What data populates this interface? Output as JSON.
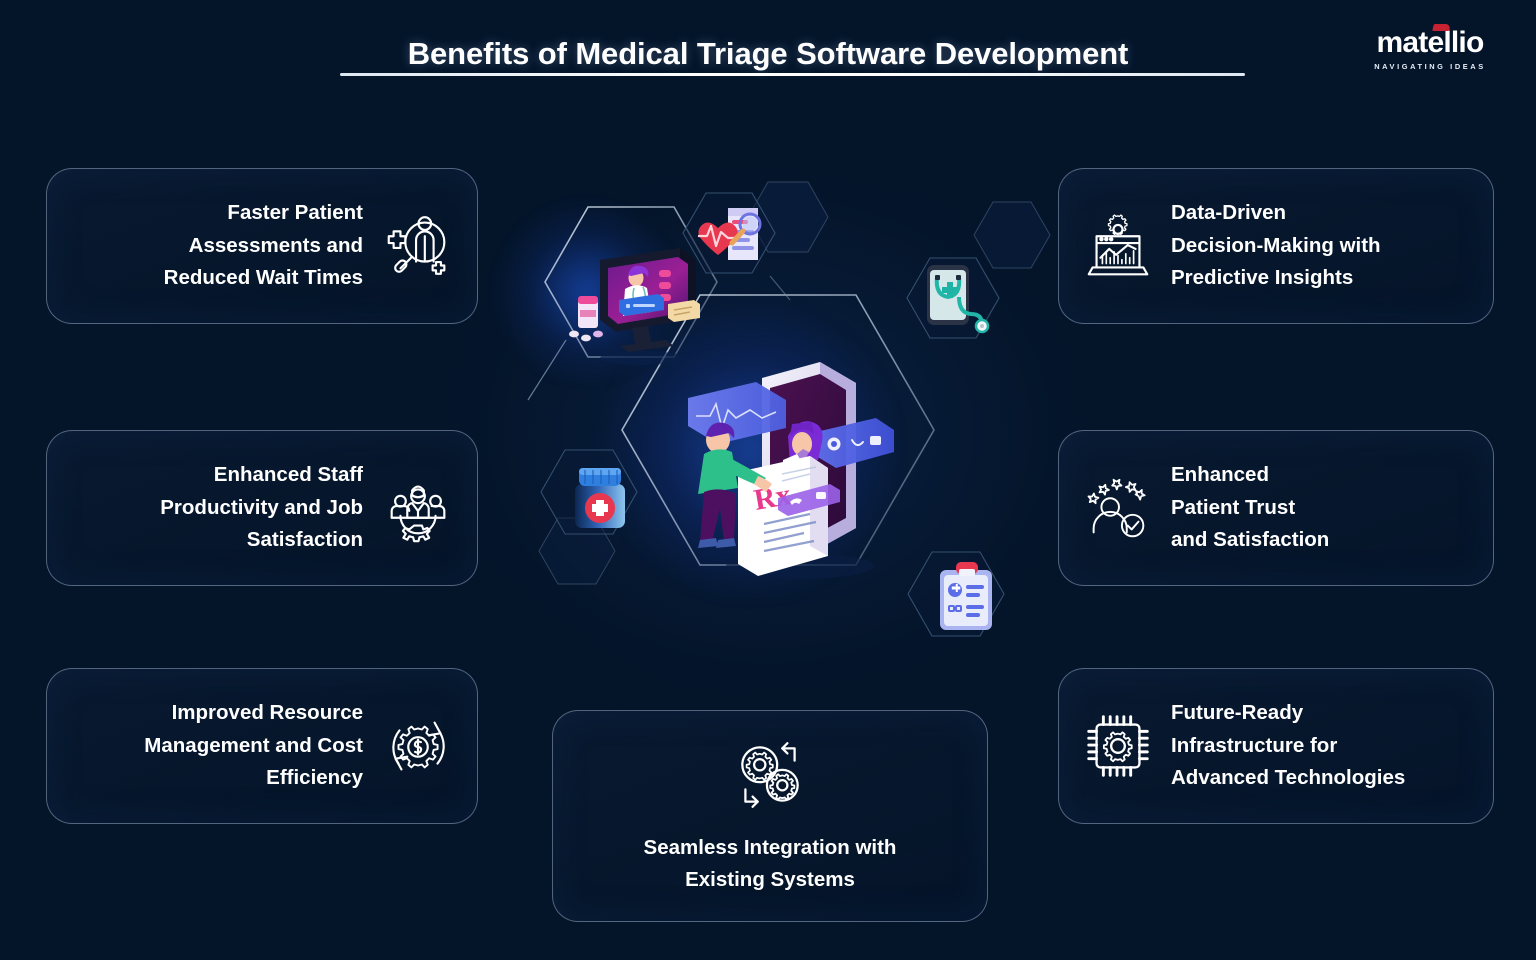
{
  "header": {
    "title": "Benefits of Medical Triage Software Development"
  },
  "logo": {
    "word": "matellio",
    "tagline": "NAVIGATING IDEAS",
    "accent_color": "#c62231"
  },
  "theme": {
    "background": "#04152a",
    "card_border": "#afc6e0",
    "text": "#ffffff",
    "glow_blue": "#1842 9e"
  },
  "cards": [
    {
      "id": "faster-patient-assessments",
      "text": "Faster Patient\nAssessments and\nReduced Wait Times",
      "icon": "magnifier-patient-medical-icon",
      "side": "left"
    },
    {
      "id": "enhanced-staff-productivity",
      "text": "Enhanced Staff\nProductivity and Job\nSatisfaction",
      "icon": "team-gear-icon",
      "side": "left"
    },
    {
      "id": "improved-resource-management",
      "text": "Improved Resource\nManagement and Cost\nEfficiency",
      "icon": "gear-dollar-cycle-icon",
      "side": "left"
    },
    {
      "id": "data-driven-decision-making",
      "text": "Data-Driven\nDecision-Making with\nPredictive Insights",
      "icon": "laptop-analytics-gear-icon",
      "side": "right"
    },
    {
      "id": "enhanced-patient-trust",
      "text": "Enhanced\nPatient Trust\nand Satisfaction",
      "icon": "user-stars-check-icon",
      "side": "right"
    },
    {
      "id": "future-ready-infrastructure",
      "text": "Future-Ready\nInfrastructure for\nAdvanced Technologies",
      "icon": "cpu-chip-gear-icon",
      "side": "right"
    },
    {
      "id": "seamless-integration",
      "text": "Seamless Integration with\nExisting Systems",
      "icon": "two-gears-arrows-icon",
      "side": "center"
    }
  ],
  "illustration": {
    "main_hexagon": {
      "name": "telemedicine-consultation-illustration",
      "description": "Patient shaking hands with doctor shown on a smartphone screen, Rx prescription document, ECG line and chat icons",
      "label_rx": "Rx"
    },
    "secondary_hexagon": {
      "name": "video-consultation-monitor-illustration",
      "description": "Desktop monitor with doctor on video call, pill bottle and pills"
    },
    "accent_hexagons": [
      {
        "name": "heart-ecg-report-icon",
        "description": "Heart with ECG pulse over a medical report and magnifier"
      },
      {
        "name": "phone-stethoscope-icon",
        "description": "Smartphone with teal stethoscope and medical cross"
      },
      {
        "name": "medicine-bottle-icon",
        "description": "Blue medicine bottle with red medical cross"
      },
      {
        "name": "medical-clipboard-icon",
        "description": "Clipboard with red clip and medical checklist"
      },
      {
        "name": "empty-hexagon-top",
        "description": "Empty decorative hexagon outline"
      },
      {
        "name": "empty-hexagon-right",
        "description": "Empty decorative hexagon outline"
      },
      {
        "name": "empty-hexagon-bottom-left",
        "description": "Empty decorative hexagon outline"
      }
    ]
  }
}
